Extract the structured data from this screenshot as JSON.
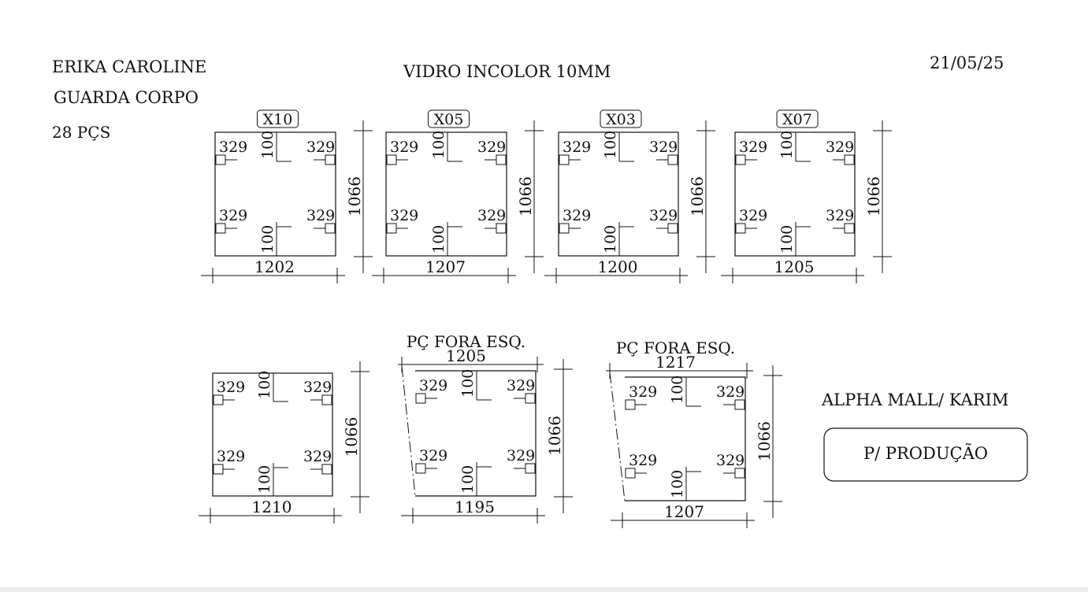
{
  "header": {
    "client": "ERIKA CAROLINE",
    "product": "GUARDA CORPO",
    "quantity": "28 PÇS",
    "material": "VIDRO INCOLOR 10MM",
    "date": "21/05/25"
  },
  "hole": {
    "horizontal": "329",
    "vertical": "100"
  },
  "panels": [
    {
      "tag": "X10",
      "width": "1202",
      "height": "1066"
    },
    {
      "tag": "X05",
      "width": "1207",
      "height": "1066"
    },
    {
      "tag": "X03",
      "width": "1200",
      "height": "1066"
    },
    {
      "tag": "X07",
      "width": "1205",
      "height": "1066"
    },
    {
      "width": "1210",
      "height": "1066"
    },
    {
      "note": "PÇ FORA ESQ.",
      "top_width": "1205",
      "width": "1195",
      "height": "1066"
    },
    {
      "note": "PÇ FORA ESQ.",
      "top_width": "1217",
      "width": "1207",
      "height": "1066"
    }
  ],
  "footer": {
    "site": "ALPHA MALL/ KARIM",
    "stamp": "P/ PRODUÇÃO"
  }
}
